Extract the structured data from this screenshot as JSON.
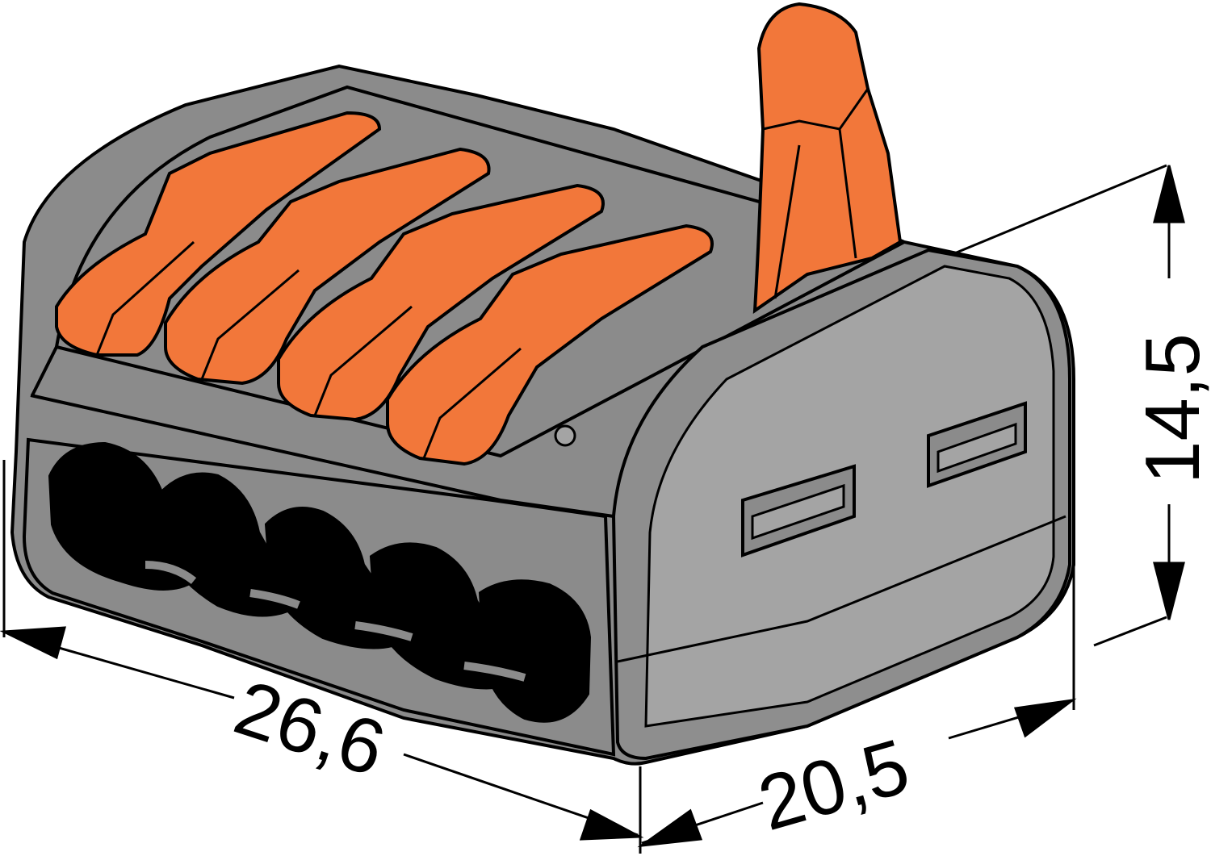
{
  "colors": {
    "housing": "#8b8b8b",
    "housing_light": "#a4a4a4",
    "lever": "#f2773a",
    "lever_dark": "#c8551f",
    "hole": "#000000",
    "outline": "#000000",
    "background": "#ffffff"
  },
  "dimensions": {
    "length": "26,6",
    "depth": "20,5",
    "height": "14,5"
  }
}
